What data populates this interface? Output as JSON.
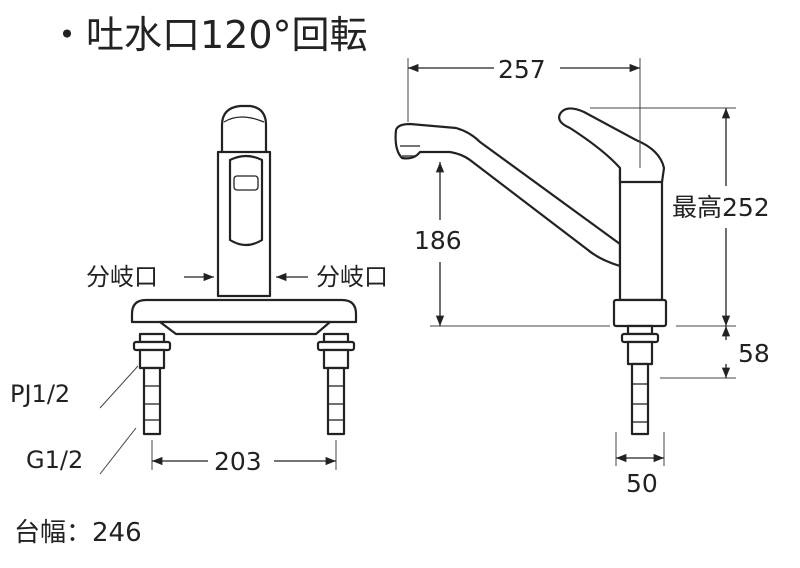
{
  "title": "・吐水口120°回転",
  "dimensions": {
    "spout_reach": "257",
    "max_height": "最高252",
    "spout_height": "186",
    "shank_length": "58",
    "shank_width": "50",
    "hole_pitch": "203"
  },
  "labels": {
    "branch_port_left": "分岐口",
    "branch_port_right": "分岐口",
    "thread_pj": "PJ1/2",
    "thread_g": "G1/2"
  },
  "base_width_note": "台幅：246"
}
